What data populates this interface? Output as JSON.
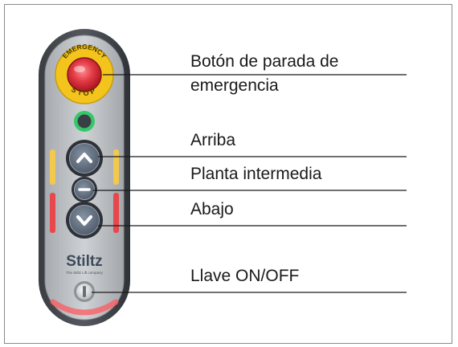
{
  "panel": {
    "emergency_ring_top": "EMERGENCY",
    "emergency_ring_bottom": "STOP",
    "brand": "Stiltz",
    "brand_tagline": "The Stiltz Lift company"
  },
  "callouts": {
    "emergency_stop_line1": "Botón de parada de",
    "emergency_stop_line2": "emergencia",
    "up": "Arriba",
    "middle_floor": "Planta intermedia",
    "down": "Abajo",
    "key_switch": "Llave ON/OFF"
  },
  "colors": {
    "emergency_red": "#d92b35",
    "emergency_yellow": "#f3c51c",
    "status_green": "#35c86a",
    "indicator_amber": "#f2c94c",
    "indicator_red": "#e8474b",
    "brand_green": "#7ab648",
    "panel_grey": "#b9bcc0",
    "button_dark": "#5d6978"
  }
}
